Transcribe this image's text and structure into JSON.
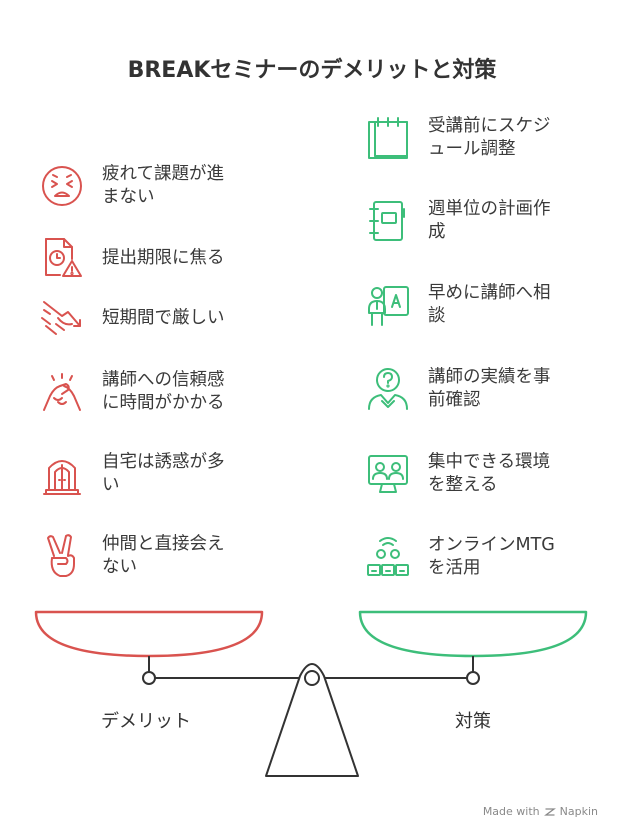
{
  "title": "BREAKセミナーのデメリットと対策",
  "colors": {
    "demerit": "#D9534F",
    "measure": "#3DBE7A",
    "structure": "#333333"
  },
  "demerits": [
    {
      "label": "疲れて課題が進\nまない",
      "icon": "tired-face-icon"
    },
    {
      "label": "提出期限に焦る",
      "icon": "deadline-document-icon"
    },
    {
      "label": "短期間で厳しい",
      "icon": "falling-arrow-icon"
    },
    {
      "label": "講師への信頼感\nに時間がかかる",
      "icon": "handshake-icon"
    },
    {
      "label": "自宅は誘惑が多\nい",
      "icon": "home-temptation-icon"
    },
    {
      "label": "仲間と直接会え\nない",
      "icon": "peace-hand-icon"
    }
  ],
  "measures": [
    {
      "label": "受講前にスケジ\nュール調整",
      "icon": "calendar-icon"
    },
    {
      "label": "週単位の計画作\n成",
      "icon": "planner-icon"
    },
    {
      "label": "早めに講師へ相\n談",
      "icon": "teacher-board-icon"
    },
    {
      "label": "講師の実績を事\n前確認",
      "icon": "question-person-icon"
    },
    {
      "label": "集中できる環境\nを整える",
      "icon": "video-screen-icon"
    },
    {
      "label": "オンラインMTG\nを活用",
      "icon": "online-meeting-icon"
    }
  ],
  "scale": {
    "left_label": "デメリット",
    "right_label": "対策"
  },
  "credit": {
    "text": "Made with",
    "brand": "Napkin"
  }
}
